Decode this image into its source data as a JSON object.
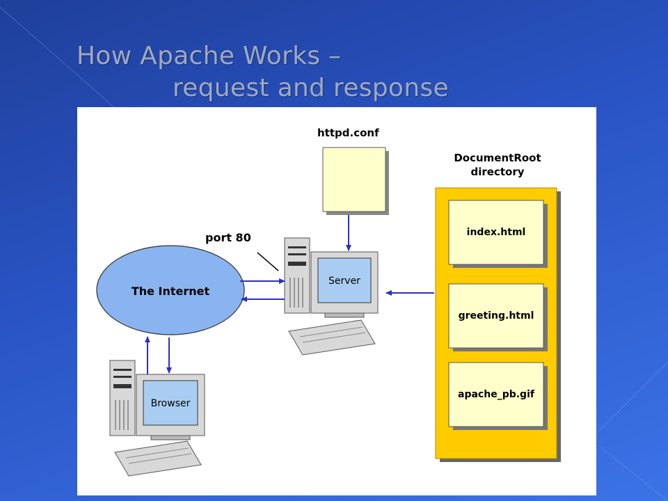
{
  "slide": {
    "title_line1": "How Apache Works –",
    "title_line2": "request and response"
  },
  "diagram": {
    "config_file": "httpd.conf",
    "docroot_heading_line1": "DocumentRoot",
    "docroot_heading_line2": "directory",
    "files": [
      "index.html",
      "greeting.html",
      "apache_pb.gif"
    ],
    "port_label": "port 80",
    "internet_label": "The Internet",
    "server_label": "Server",
    "browser_label": "Browser"
  },
  "colors": {
    "background_start": "#1f3f9a",
    "background_end": "#3b73e6",
    "title_text": "#9fa9bf",
    "arrow": "#2b2fc0",
    "docroot_folder": "#ffcc00",
    "file_card": "#ffffcc",
    "internet_ellipse": "#8ab4f0",
    "monitor_screen": "#a9cdf2",
    "computer_body": "#d8d8d8"
  },
  "icons": [
    "computer-icon",
    "keyboard-icon",
    "document-icon"
  ]
}
